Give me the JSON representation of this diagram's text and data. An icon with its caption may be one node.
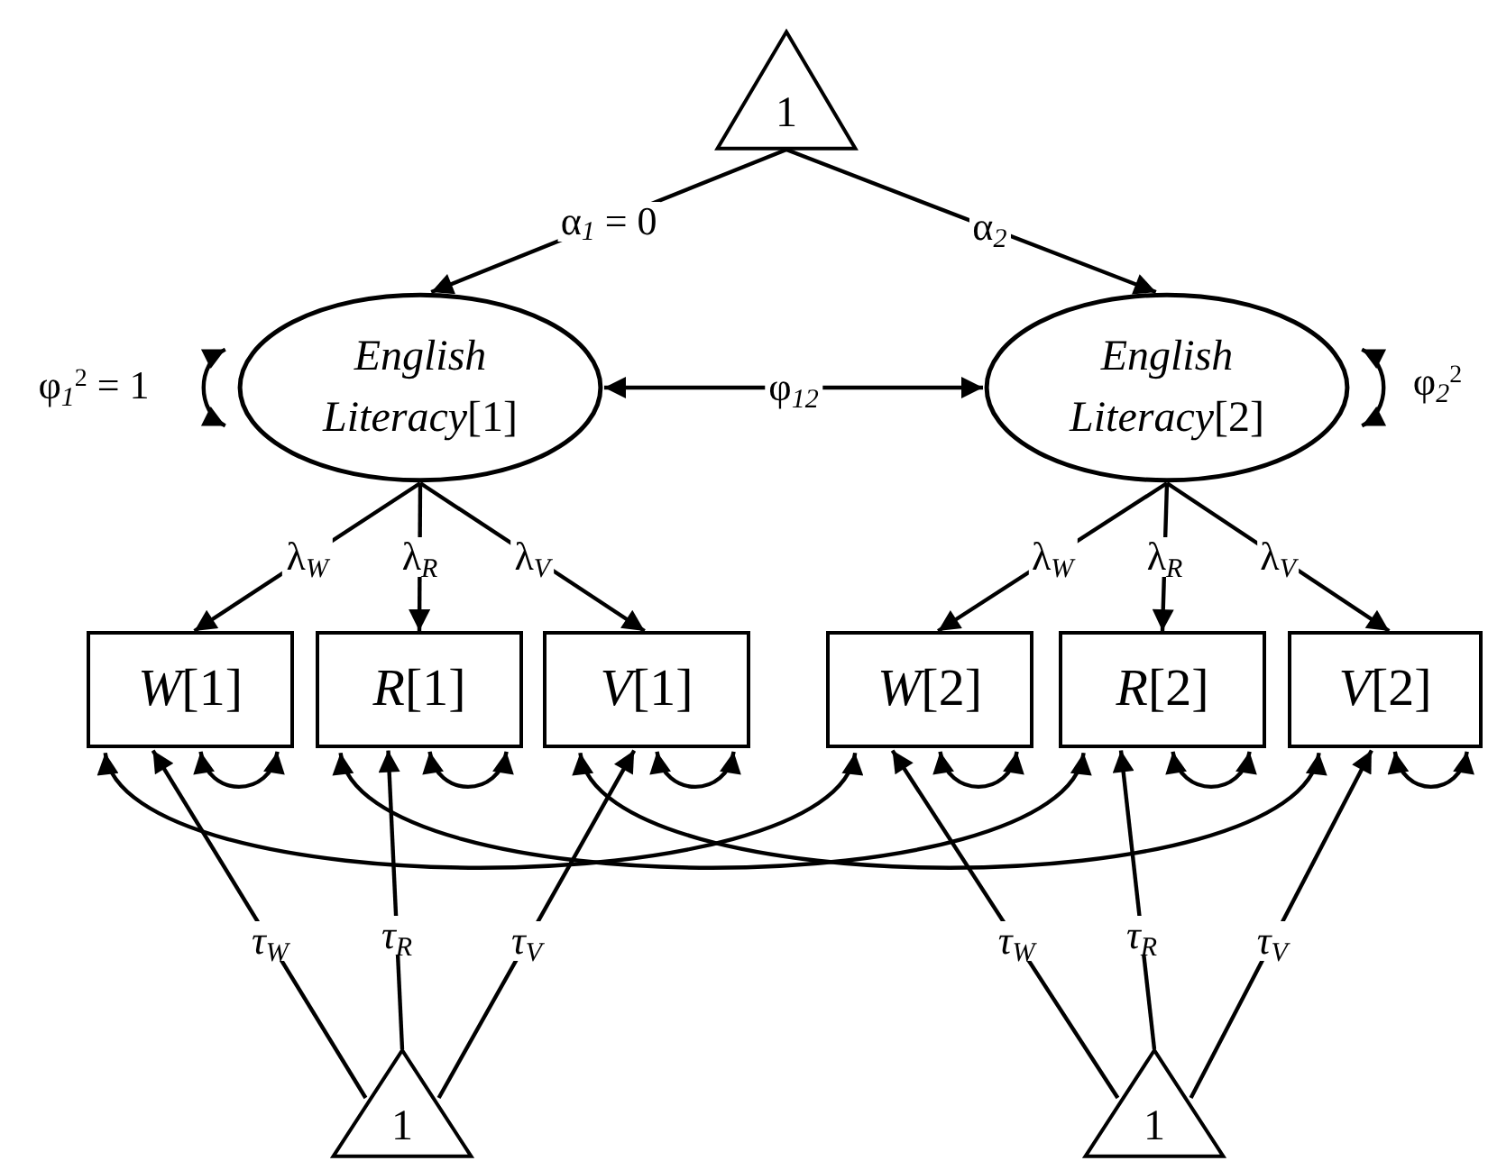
{
  "diagram": {
    "nodes": [
      {
        "text": [
          "1"
        ]
      },
      {
        "text": [
          "*English Literacy*[1]"
        ]
      },
      {
        "text": [
          "*English Literacy*[2]"
        ]
      },
      {
        "text": [
          "*W*[1]"
        ]
      },
      {
        "text": [
          "*R*[1]"
        ]
      },
      {
        "text": [
          "*V*[1]"
        ]
      },
      {
        "text": [
          "*W*[2]"
        ]
      },
      {
        "text": [
          "*R*[2]"
        ]
      },
      {
        "text": [
          "*V*[2]"
        ]
      },
      {
        "text": [
          "1"
        ]
      },
      {
        "text": [
          "1"
        ]
      }
    ],
    "edges": [
      {
        "from": 0,
        "to": 1,
        "arrow": "to",
        "label": "α$_{1}$ = 0"
      },
      {
        "from": 0,
        "to": 2,
        "arrow": "to",
        "label": "α$_{2}$"
      },
      {
        "from": 1,
        "to": 2,
        "arrow": "both",
        "label": "φ$_{12}$"
      },
      {
        "from": 1,
        "to": 1,
        "arrow": "both",
        "label": "φ$_{1}$$^{2}$ = 1"
      },
      {
        "from": 2,
        "to": 2,
        "arrow": "both",
        "label": "φ$_{2}$$^{2}$"
      },
      {
        "from": 1,
        "to": 3,
        "arrow": "to",
        "label": "λ$_{W}$"
      },
      {
        "from": 1,
        "to": 4,
        "arrow": "to",
        "label": "λ$_{R}$"
      },
      {
        "from": 1,
        "to": 5,
        "arrow": "to",
        "label": "λ$_{V}$"
      },
      {
        "from": 2,
        "to": 6,
        "arrow": "to",
        "label": "λ$_{W}$"
      },
      {
        "from": 2,
        "to": 7,
        "arrow": "to",
        "label": "λ$_{R}$"
      },
      {
        "from": 2,
        "to": 8,
        "arrow": "to",
        "label": "λ$_{V}$"
      },
      {
        "from": 3,
        "to": 3,
        "arrow": "both"
      },
      {
        "from": 4,
        "to": 4,
        "arrow": "both"
      },
      {
        "from": 5,
        "to": 5,
        "arrow": "both"
      },
      {
        "from": 6,
        "to": 6,
        "arrow": "both"
      },
      {
        "from": 7,
        "to": 7,
        "arrow": "both"
      },
      {
        "from": 8,
        "to": 8,
        "arrow": "both"
      },
      {
        "from": 3,
        "to": 6,
        "arrow": "both"
      },
      {
        "from": 4,
        "to": 7,
        "arrow": "both"
      },
      {
        "from": 5,
        "to": 8,
        "arrow": "both"
      },
      {
        "from": 9,
        "to": 3,
        "arrow": "to",
        "label": "*τ*$_{W}$"
      },
      {
        "from": 9,
        "to": 4,
        "arrow": "to",
        "label": "*τ*$_{R}$"
      },
      {
        "from": 9,
        "to": 5,
        "arrow": "to",
        "label": "*τ*$_{V}$"
      },
      {
        "from": 10,
        "to": 6,
        "arrow": "to",
        "label": "*τ*$_{W}$"
      },
      {
        "from": 10,
        "to": 7,
        "arrow": "to",
        "label": "*τ*$_{R}$"
      },
      {
        "from": 10,
        "to": 8,
        "arrow": "to",
        "label": "*τ*$_{V}$"
      }
    ]
  }
}
